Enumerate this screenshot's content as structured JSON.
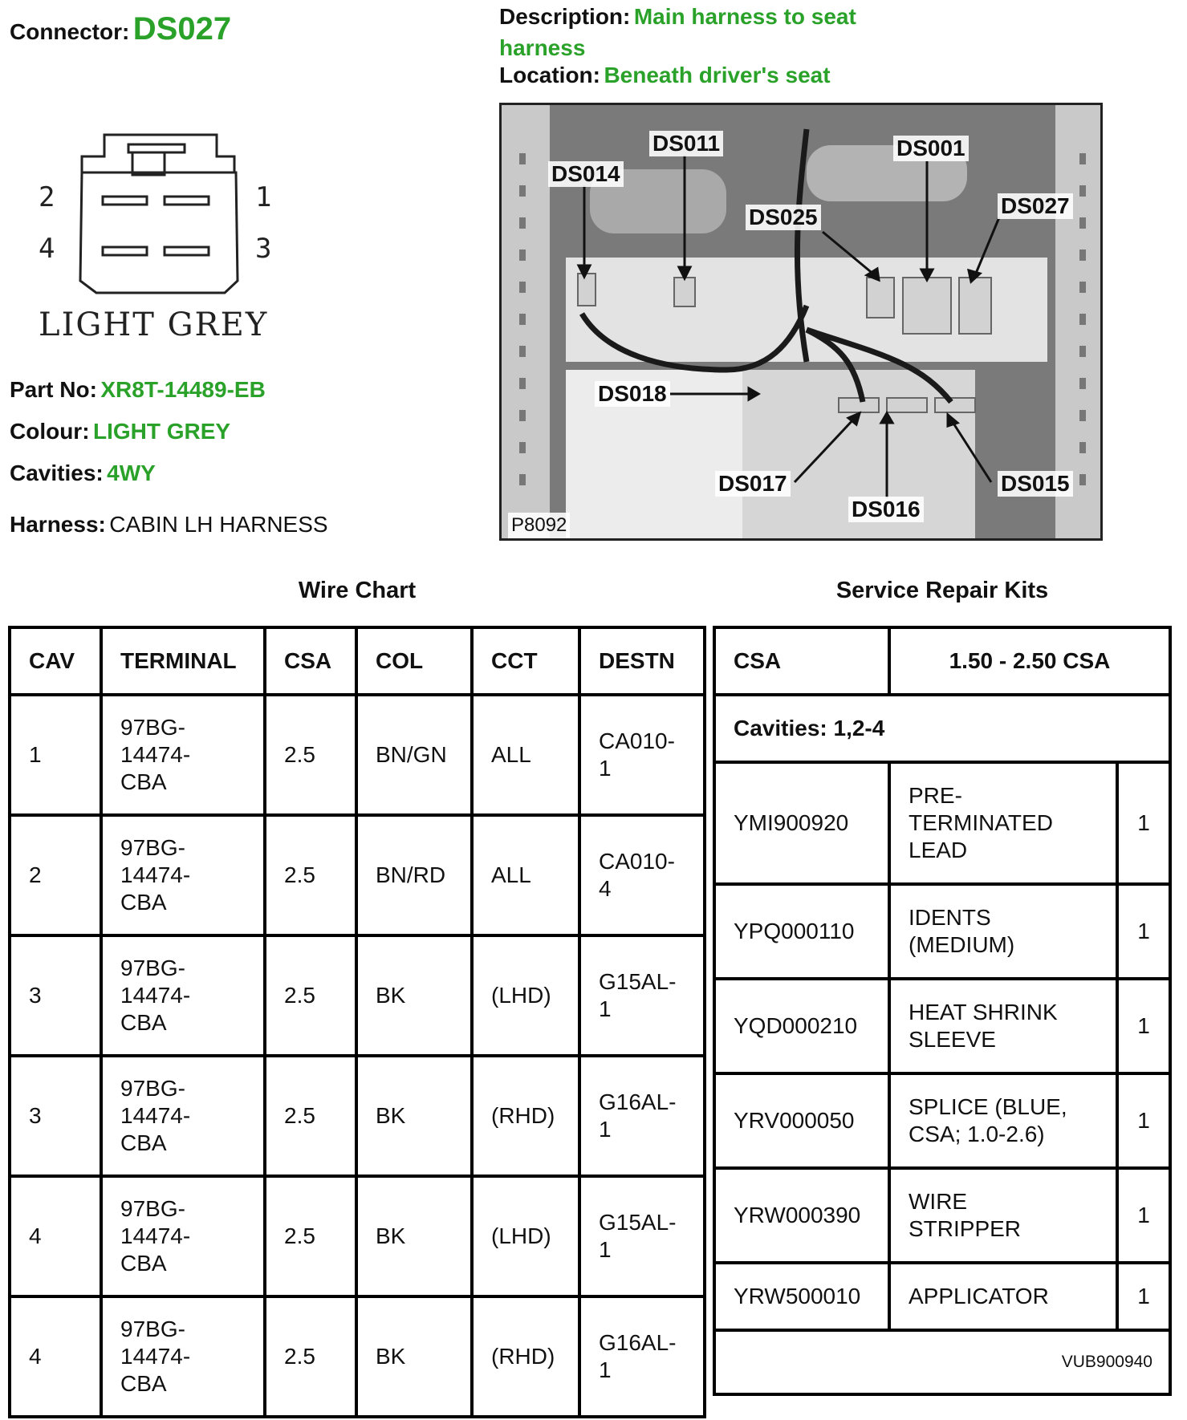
{
  "connector": {
    "label": "Connector:",
    "value": "DS027"
  },
  "description": {
    "label": "Description:",
    "line1": "Main harness to seat",
    "line2": "harness"
  },
  "location": {
    "label": "Location:",
    "value": "Beneath driver's seat"
  },
  "connector_diagram": {
    "pins": [
      "2",
      "1",
      "4",
      "3"
    ],
    "colour_text": "LIGHT GREY"
  },
  "details": {
    "part_no": {
      "label": "Part No:",
      "value": "XR8T-14489-EB"
    },
    "colour": {
      "label": "Colour:",
      "value": "LIGHT GREY"
    },
    "cavities": {
      "label": "Cavities:",
      "value": "4WY"
    },
    "harness": {
      "label": "Harness:",
      "value": "CABIN LH HARNESS"
    }
  },
  "photo": {
    "ref": "P8092",
    "tags": [
      "DS014",
      "DS011",
      "DS001",
      "DS025",
      "DS027",
      "DS018",
      "DS017",
      "DS016",
      "DS015"
    ]
  },
  "wire_chart": {
    "title": "Wire Chart",
    "headers": [
      "CAV",
      "TERMINAL",
      "CSA",
      "COL",
      "CCT",
      "DESTN"
    ],
    "rows": [
      {
        "cav": "1",
        "term1": "97BG-",
        "term2": "14474-",
        "term3": "CBA",
        "csa": "2.5",
        "col": "BN/GN",
        "cct": "ALL",
        "dest1": "CA010-",
        "dest2": "1"
      },
      {
        "cav": "2",
        "term1": "97BG-",
        "term2": "14474-",
        "term3": "CBA",
        "csa": "2.5",
        "col": "BN/RD",
        "cct": "ALL",
        "dest1": "CA010-",
        "dest2": "4"
      },
      {
        "cav": "3",
        "term1": "97BG-",
        "term2": "14474-",
        "term3": "CBA",
        "csa": "2.5",
        "col": "BK",
        "cct": "(LHD)",
        "dest1": "G15AL-",
        "dest2": "1"
      },
      {
        "cav": "3",
        "term1": "97BG-",
        "term2": "14474-",
        "term3": "CBA",
        "csa": "2.5",
        "col": "BK",
        "cct": "(RHD)",
        "dest1": "G16AL-",
        "dest2": "1"
      },
      {
        "cav": "4",
        "term1": "97BG-",
        "term2": "14474-",
        "term3": "CBA",
        "csa": "2.5",
        "col": "BK",
        "cct": "(LHD)",
        "dest1": "G15AL-",
        "dest2": "1"
      },
      {
        "cav": "4",
        "term1": "97BG-",
        "term2": "14474-",
        "term3": "CBA",
        "csa": "2.5",
        "col": "BK",
        "cct": "(RHD)",
        "dest1": "G16AL-",
        "dest2": "1"
      }
    ]
  },
  "repair_kits": {
    "title": "Service Repair Kits",
    "headers": [
      "CSA",
      "1.50 - 2.50 CSA"
    ],
    "cavities": "Cavities: 1,2-4",
    "items": [
      {
        "part": "YMI900920",
        "d1": "PRE-",
        "d2": "TERMINATED",
        "d3": "LEAD",
        "qty": "1"
      },
      {
        "part": "YPQ000110",
        "d1": "IDENTS",
        "d2": "(MEDIUM)",
        "d3": "",
        "qty": "1"
      },
      {
        "part": "YQD000210",
        "d1": "HEAT SHRINK",
        "d2": "SLEEVE",
        "d3": "",
        "qty": "1"
      },
      {
        "part": "YRV000050",
        "d1": "SPLICE (BLUE,",
        "d2": "CSA; 1.0-2.6)",
        "d3": "",
        "qty": "1"
      },
      {
        "part": "YRW000390",
        "d1": "WIRE",
        "d2": "STRIPPER",
        "d3": "",
        "qty": "1"
      },
      {
        "part": "YRW500010",
        "d1": "APPLICATOR",
        "d2": "",
        "d3": "",
        "qty": "1"
      }
    ],
    "footer": "VUB900940"
  }
}
